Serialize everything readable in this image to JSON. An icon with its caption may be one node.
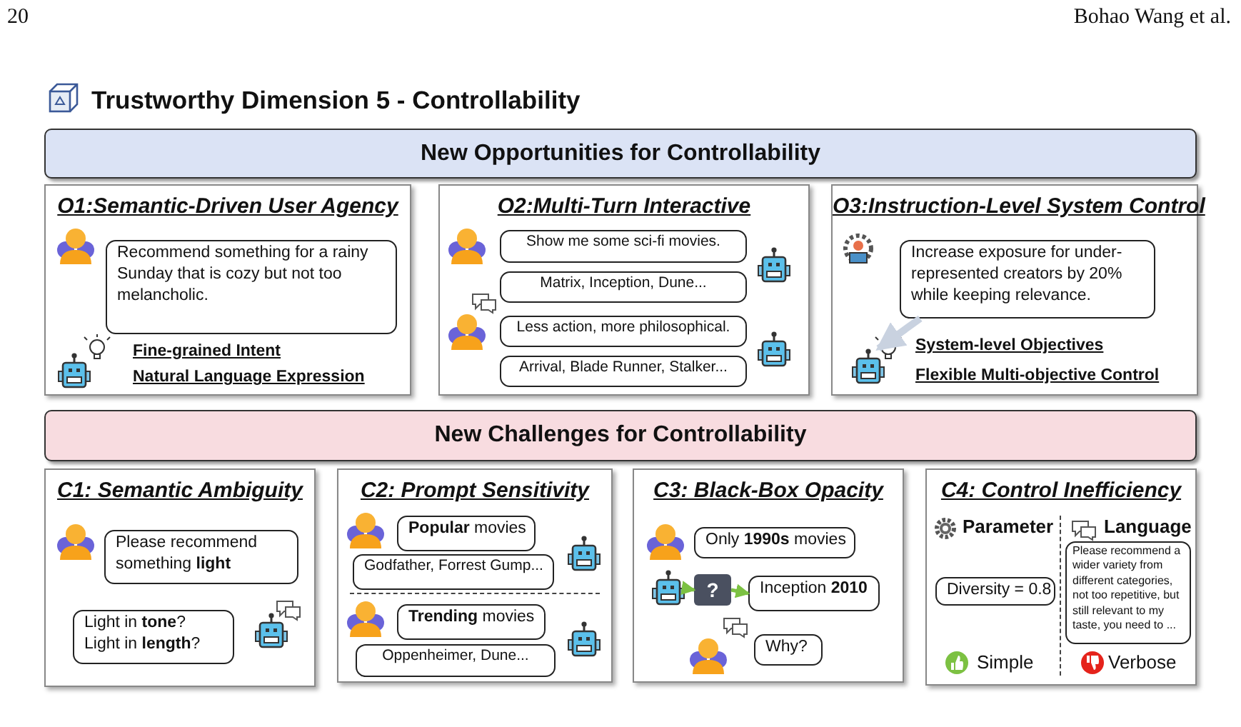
{
  "diagram": {
    "title": "Trustworthy Dimension 5 - Controllability",
    "nodes": [
      {
        "text": [
          "New Opportunities for Controllability"
        ]
      },
      {
        "text": [
          "O1:Semantic-Driven User Agency"
        ]
      },
      {
        "text": [
          "Recommend something for a rainy Sunday that is cozy but not too melancholic."
        ],
        "in": 1
      },
      {
        "text": [
          "O2:Multi-Turn Interactive"
        ]
      },
      {
        "text": [
          "Show me some sci-fi movies."
        ],
        "in": 3
      },
      {
        "text": [
          "Matrix, Inception, Dune..."
        ],
        "in": 3
      },
      {
        "text": [
          "Less action, more philosophical."
        ],
        "in": 3
      },
      {
        "text": [
          "Arrival, Blade Runner, Stalker..."
        ],
        "in": 3
      },
      {
        "text": [
          "O3:Instruction-Level System Control"
        ]
      },
      {
        "text": [
          "Increase exposure for under-represented creators by 20% while keeping relevance."
        ],
        "in": 8
      },
      {
        "text": [],
        "shape": "robot",
        "in": 8
      },
      {
        "text": [
          "New Challenges for Controllability"
        ]
      },
      {
        "text": [
          "C1: Semantic Ambiguity"
        ]
      },
      {
        "text": [
          "Please recommend something **light**"
        ],
        "in": 12
      },
      {
        "text": [
          "Light in **tone**? Light in **length**?"
        ],
        "in": 12
      },
      {
        "text": [
          "C2: Prompt Sensitivity"
        ]
      },
      {
        "text": [
          "**Popular** movies"
        ],
        "in": 15
      },
      {
        "text": [
          "Godfather, Forrest Gump..."
        ],
        "in": 15
      },
      {
        "text": [
          "**Trending** movies"
        ],
        "in": 15
      },
      {
        "text": [
          "Oppenheimer, Dune..."
        ],
        "in": 15
      },
      {
        "text": [
          "C3: Black-Box Opacity"
        ]
      },
      {
        "text": [
          "Only **1990s** movies"
        ],
        "in": 20
      },
      {
        "text": [],
        "shape": "robot",
        "in": 20
      },
      {
        "text": [
          "?"
        ],
        "in": 20
      },
      {
        "text": [
          "Inception **2010**"
        ],
        "in": 20
      },
      {
        "text": [
          "Why?"
        ],
        "in": 20
      },
      {
        "text": [
          "C4: Control Inefficiency"
        ]
      },
      {
        "text": [
          "Diversity = 0.8"
        ],
        "in": 26
      },
      {
        "text": [
          "Please recommend a wider variety from different categories, not too repetitive, but still relevant to my taste, you need to ..."
        ],
        "in": 26
      }
    ],
    "edges": [
      {
        "from": 9,
        "to": 10,
        "arrow": "to",
        "style": "thick",
        "color": "#c9d2e0"
      },
      {
        "from": 22,
        "to": 23,
        "arrow": "to",
        "color": "#7cc142"
      },
      {
        "from": 23,
        "to": 24,
        "arrow": "to",
        "color": "#7cc142"
      }
    ],
    "labels": [
      "20",
      "Bohao Wang et al.",
      "Fine-grained Intent",
      "Natural Language Expression",
      "System-level Objectives",
      "Flexible Multi-objective Control",
      "Parameter",
      "Language",
      "Simple",
      "Verbose"
    ]
  }
}
